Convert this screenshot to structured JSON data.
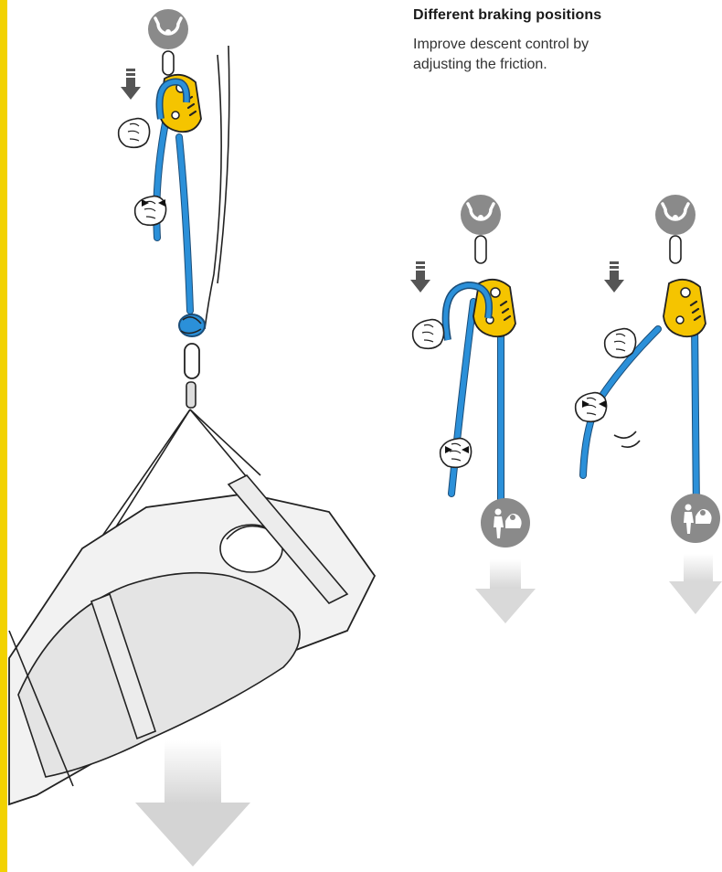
{
  "heading": {
    "title": "Different braking positions",
    "description": "Improve descent control by adjusting the friction."
  },
  "colors": {
    "brand_yellow": "#f2d200",
    "device_yellow": "#f5c400",
    "rope_blue": "#2b90d9",
    "icon_grey": "#8a8a8a",
    "arrow_grey": "#d9d9d9",
    "dark_arrow": "#555555",
    "stretcher_grey": "#e6e6e6"
  },
  "icons": {
    "anchor": "anchor-icon",
    "load": "rescuer-with-victim-icon",
    "descent": "descent-arrow"
  },
  "panels": [
    {
      "name": "main-lowering-scene"
    },
    {
      "name": "braking-position-high-friction"
    },
    {
      "name": "braking-position-low-friction"
    }
  ]
}
